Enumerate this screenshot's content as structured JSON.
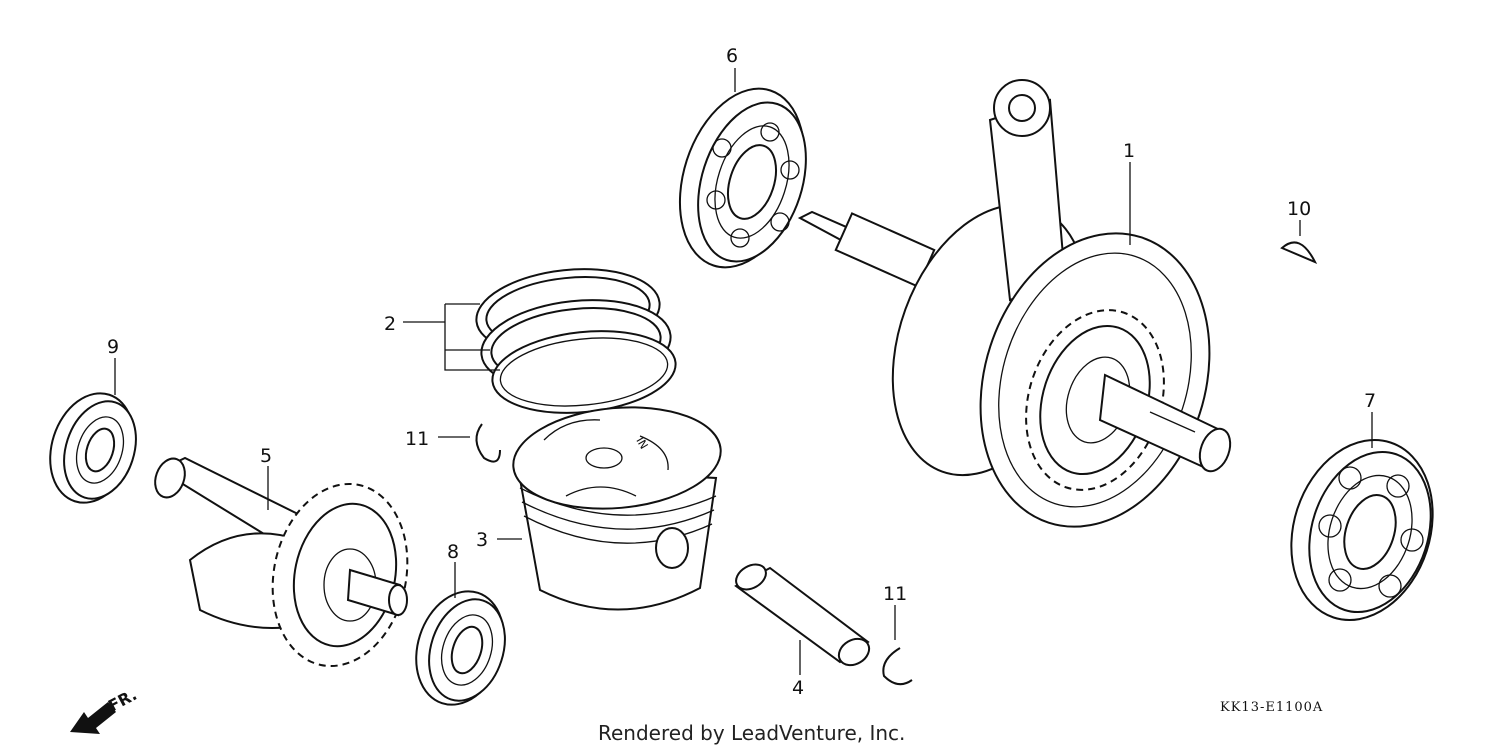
{
  "callouts": [
    {
      "id": "1",
      "text": "1"
    },
    {
      "id": "2",
      "text": "2"
    },
    {
      "id": "3",
      "text": "3"
    },
    {
      "id": "4",
      "text": "4"
    },
    {
      "id": "5",
      "text": "5"
    },
    {
      "id": "6",
      "text": "6"
    },
    {
      "id": "7",
      "text": "7"
    },
    {
      "id": "8",
      "text": "8"
    },
    {
      "id": "9",
      "text": "9"
    },
    {
      "id": "10",
      "text": "10"
    },
    {
      "id": "11a",
      "text": "11"
    },
    {
      "id": "11b",
      "text": "11"
    }
  ],
  "piston_mark": "IN",
  "direction_label": "FR.",
  "diagram_code": "KK13-E1100A",
  "credit": "Rendered by LeadVenture, Inc."
}
